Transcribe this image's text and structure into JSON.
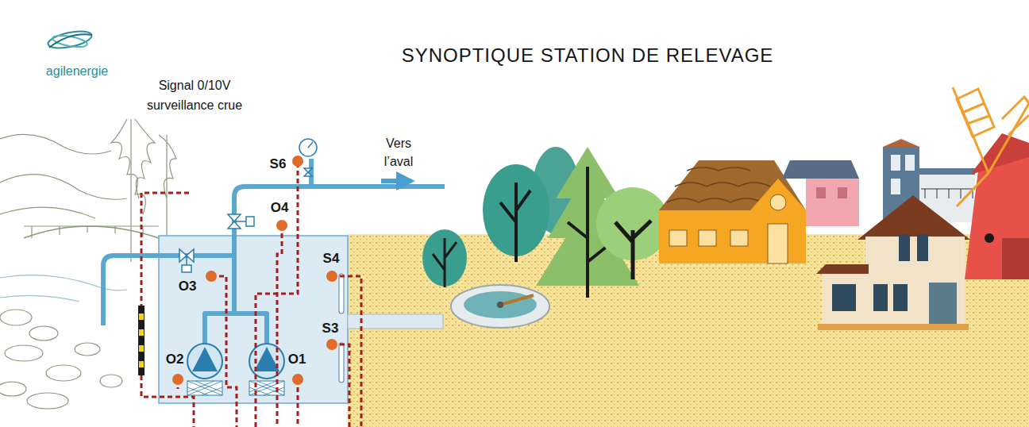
{
  "diagram": {
    "title": "SYNOPTIQUE STATION DE RELEVAGE",
    "labels": [
      "agilenergie",
      "Signal 0/10V surveillance crue",
      "Vers l’aval",
      "S6",
      "O4",
      "O3",
      "S4",
      "S3",
      "O2",
      "O1"
    ]
  }
}
